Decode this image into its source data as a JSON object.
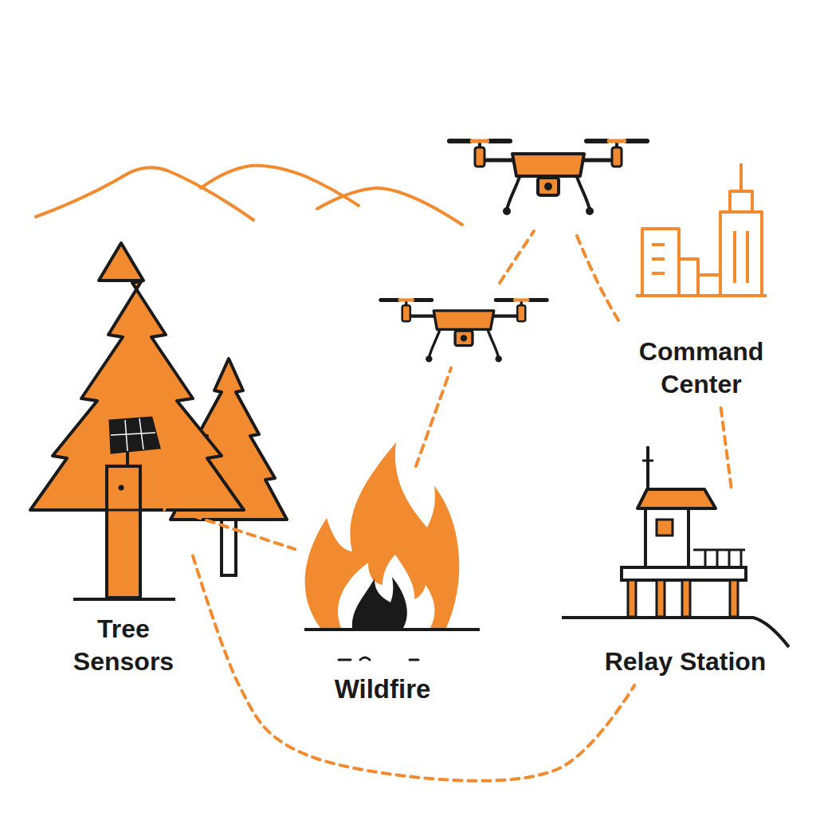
{
  "diagram": {
    "nodes": [
      {
        "text": [
          "Tree Sensors"
        ]
      },
      {
        "text": [
          "Wildfire"
        ]
      },
      {
        "text": [
          "Command Center"
        ]
      },
      {
        "text": [
          "Relay Station"
        ]
      }
    ],
    "edges": [
      {
        "from": 0,
        "to": 1,
        "arrow": "none"
      },
      {
        "from": 0,
        "to": 3,
        "arrow": "none"
      },
      {
        "from": 2,
        "to": 3,
        "arrow": "none"
      }
    ]
  }
}
